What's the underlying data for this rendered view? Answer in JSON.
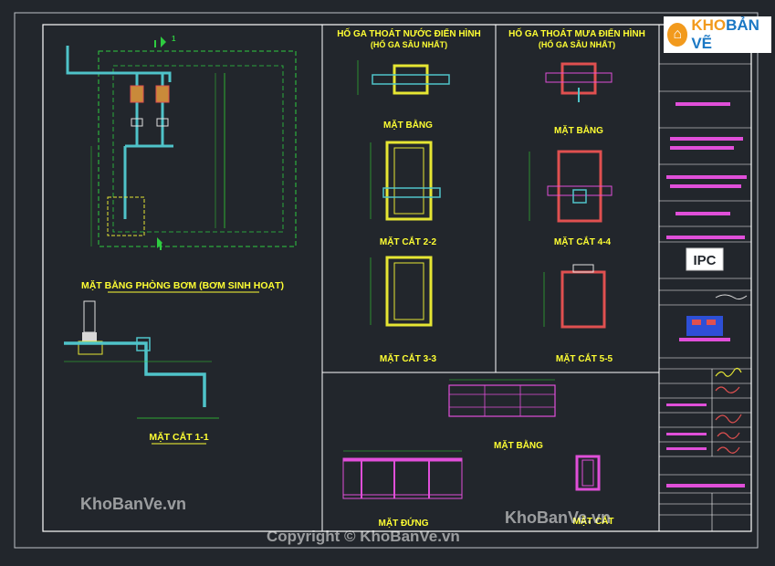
{
  "drawing": {
    "plan_title": "MẶT BẰNG PHÒNG BƠM (BƠM SINH HOẠT)",
    "section_11": "MẶT CẮT 1-1",
    "section_marker": "1",
    "manhole_sewer_title": "HỐ GA THOÁT NƯỚC ĐIỂN HÌNH",
    "manhole_sewer_sub": "(HỐ GA SÂU NHẤT)",
    "manhole_rain_title": "HỐ GA THOÁT MƯA ĐIỂN HÌNH",
    "manhole_rain_sub": "(HỐ GA SÂU NHẤT)",
    "mat_bang_1": "MẶT BẰNG",
    "mat_cat_22": "MẶT CẮT 2-2",
    "mat_cat_33": "MẶT CẮT 3-3",
    "mat_bang_2": "MẶT BẰNG",
    "mat_cat_44": "MẶT CẮT 4-4",
    "mat_cat_55": "MẶT CẮT 5-5",
    "bottom_mat_bang": "MẶT BẰNG",
    "bottom_mat_dung": "MẶT ĐỨNG",
    "bottom_mat_cat": "MẶT CẮT",
    "ipc": "IPC"
  },
  "logo": {
    "k": "KHO",
    "b": "BẢN VẼ"
  },
  "watermarks": {
    "left": "KhoBanVe.vn",
    "right": "KhoBanVe.vn",
    "bottom": "Copyright © KhoBanVe.vn"
  },
  "colors": {
    "background": "#22262c",
    "frame": "#ffffff",
    "pipe": "#4fc3c9",
    "grid": "#2ecc40",
    "dim": "#34d234",
    "title_yellow": "#ffff33",
    "wall_yellow": "#e6e633",
    "pink": "#e04fd9",
    "red": "#e05050"
  }
}
